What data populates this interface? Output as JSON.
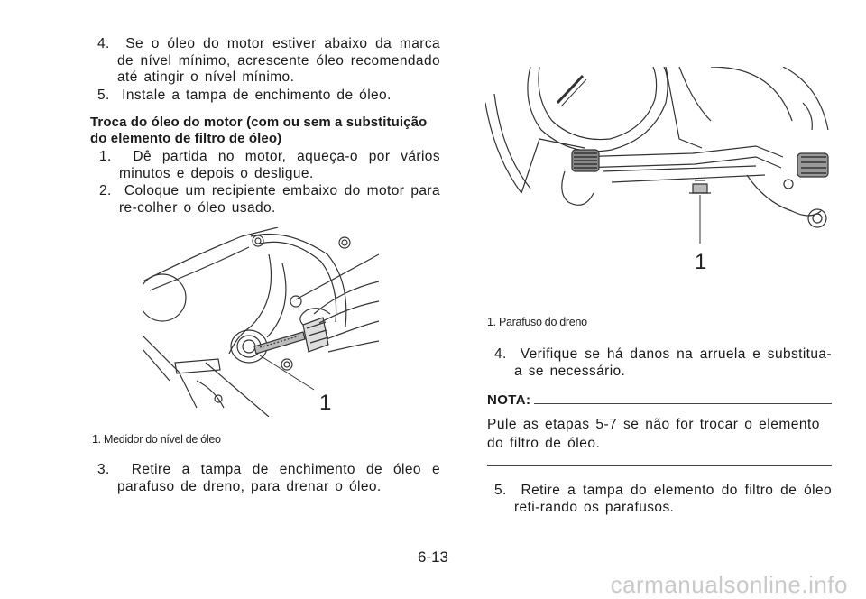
{
  "left_column": {
    "steps_top": [
      {
        "num": "4.",
        "text": "Se o óleo do motor estiver abaixo da marca de nível mínimo, acrescente óleo recomendado até atingir o nível mínimo."
      },
      {
        "num": "5.",
        "text": "Instale a tampa de enchimento de óleo."
      }
    ],
    "section_heading": "Troca do óleo do motor (com ou sem a substituição do elemento de filtro de óleo)",
    "steps_mid": [
      {
        "num": "1.",
        "text": "Dê partida no motor, aqueça-o por vários minutos e depois o desligue."
      },
      {
        "num": "2.",
        "text": "Coloque um recipiente embaixo do motor para re-colher o óleo usado."
      }
    ],
    "figure_callout": "1",
    "figure_caption": "1.   Medidor do nível de óleo",
    "steps_bottom": [
      {
        "num": "3.",
        "text": "Retire a tampa de enchimento de óleo e parafuso de dreno, para drenar o óleo."
      }
    ]
  },
  "right_column": {
    "figure_callout": "1",
    "figure_caption": "1.   Parafuso do dreno",
    "steps_top": [
      {
        "num": "4.",
        "text": "Verifique se há danos na arruela e substitua-a se necessário."
      }
    ],
    "note_label": "NOTA:",
    "note_text": "Pule as etapas 5-7 se não for trocar o elemento do filtro de óleo.",
    "steps_bottom": [
      {
        "num": "5.",
        "text": "Retire a tampa do elemento do filtro de óleo reti-rando os parafusos."
      }
    ]
  },
  "page_number": "6-13",
  "watermark": "carmanualsonline.info"
}
